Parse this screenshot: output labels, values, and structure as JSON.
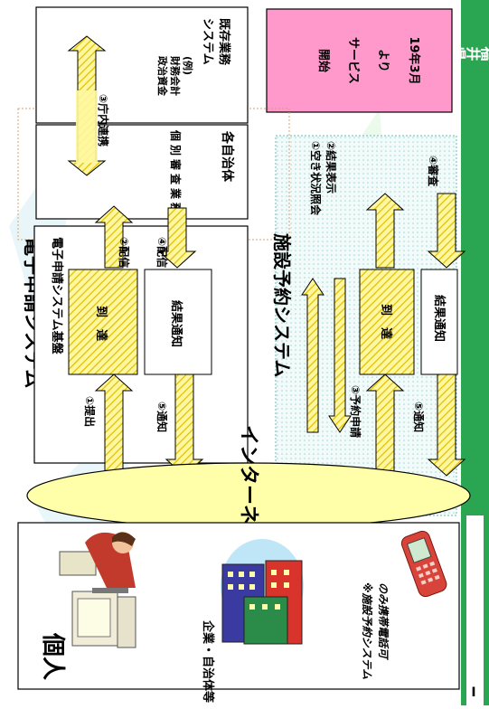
{
  "side_banner": {
    "top": "福井県",
    "bottom": "I"
  },
  "service_start": [
    "19年3月",
    "より",
    "サービス",
    "開始"
  ],
  "existing_system": {
    "title": [
      "既存業務",
      "システム"
    ],
    "example": [
      "(例)",
      "財務会計",
      "政治資金"
    ]
  },
  "municipality": {
    "title": "各自治体",
    "duty": [
      "個",
      "別",
      "審",
      "査",
      "業",
      "務"
    ],
    "internal_link": "③庁内連携"
  },
  "e_app": {
    "title": "電子申請システム",
    "platform": "電子申請システム基盤",
    "arrival": "到　達",
    "result": "結果通知",
    "submit": "①提出",
    "notify": "⑤通知",
    "deliver2": "②配信",
    "deliver4": "④配信"
  },
  "facility": {
    "title": "施設予約システム",
    "query": [
      "①空き状況照会",
      "②結果表示"
    ],
    "arrival": "到　達",
    "result": "結果通知",
    "apply": "③予約申請",
    "notify": "⑤通知",
    "review": "④審査"
  },
  "internet": "インターネット",
  "users": {
    "individual": "個人",
    "company": "企業・自治体等",
    "mobile_note": [
      "※施設予約システム",
      "のみ携帯電話可"
    ]
  }
}
